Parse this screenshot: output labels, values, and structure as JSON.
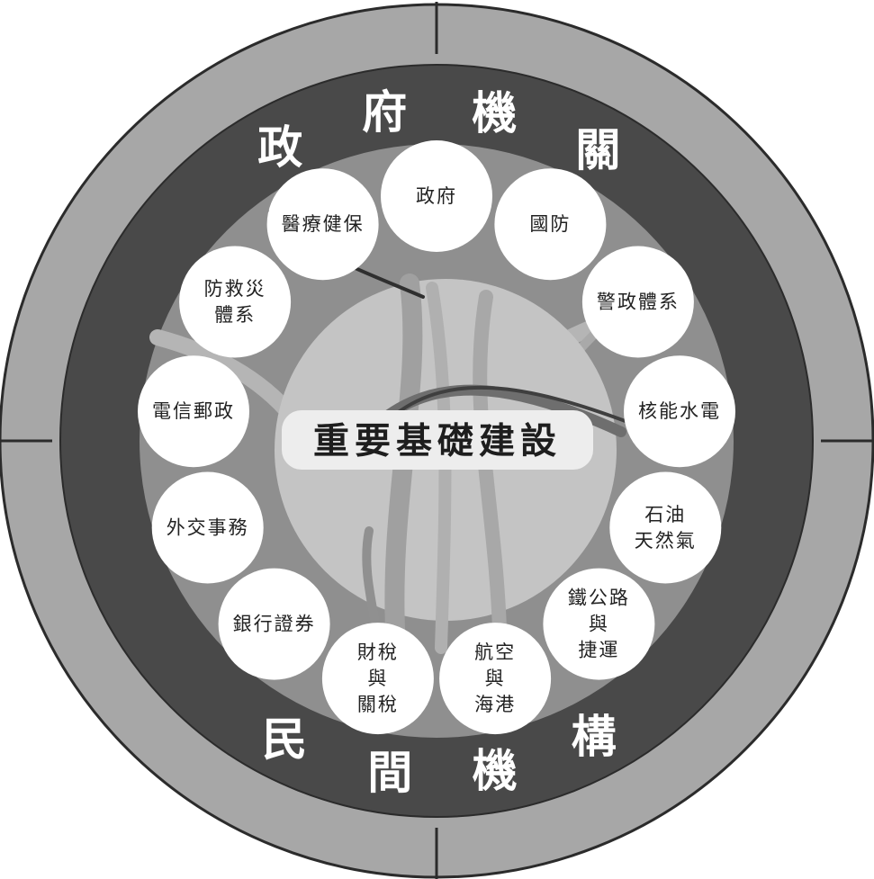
{
  "ring": {
    "top_chars": [
      "政",
      "府",
      "機",
      "關"
    ],
    "bottom_chars": [
      "民",
      "間",
      "機",
      "構"
    ]
  },
  "center": {
    "label": "重要基礎建設"
  },
  "sectors": [
    {
      "id": "government",
      "lines": [
        "政府"
      ]
    },
    {
      "id": "defense",
      "lines": [
        "國防"
      ]
    },
    {
      "id": "police",
      "lines": [
        "警政體系"
      ]
    },
    {
      "id": "nuclear",
      "lines": [
        "核能水電"
      ]
    },
    {
      "id": "oil-gas",
      "lines": [
        "石油",
        "天然氣"
      ]
    },
    {
      "id": "rail",
      "lines": [
        "鐵公路",
        "與",
        "捷運"
      ]
    },
    {
      "id": "aviation",
      "lines": [
        "航空",
        "與",
        "海港"
      ]
    },
    {
      "id": "finance-tax",
      "lines": [
        "財稅",
        "與",
        "關稅"
      ]
    },
    {
      "id": "banking",
      "lines": [
        "銀行證券"
      ]
    },
    {
      "id": "foreign",
      "lines": [
        "外交事務"
      ]
    },
    {
      "id": "telecom",
      "lines": [
        "電信郵政"
      ]
    },
    {
      "id": "disaster",
      "lines": [
        "防救災",
        "體系"
      ]
    },
    {
      "id": "health",
      "lines": [
        "醫療健保"
      ]
    }
  ],
  "colors": {
    "outer_ring": "#a7a7a7",
    "dark_ring": "#494949",
    "inner_field": "#8f8f8f",
    "center_disc": "#c4c4c4",
    "bubble": "#ffffff",
    "label_box": "#ededed"
  }
}
